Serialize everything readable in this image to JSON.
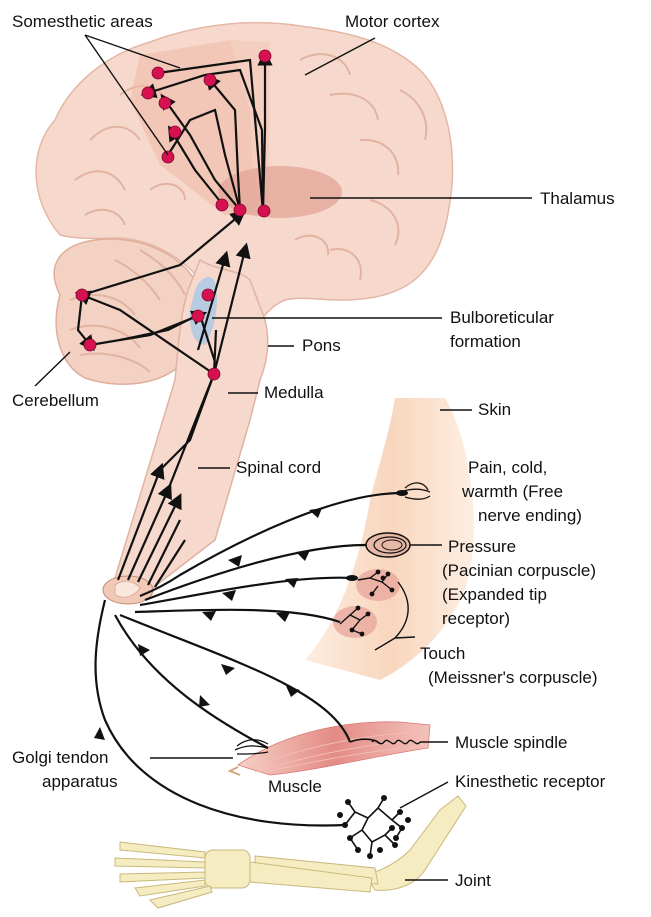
{
  "labels": {
    "somesthetic_areas": "Somesthetic areas",
    "motor_cortex": "Motor cortex",
    "thalamus": "Thalamus",
    "bulboreticular_1": "Bulboreticular",
    "bulboreticular_2": "formation",
    "pons": "Pons",
    "cerebellum": "Cerebellum",
    "medulla": "Medulla",
    "skin": "Skin",
    "spinal_cord": "Spinal cord",
    "pain_1": "Pain, cold,",
    "pain_2": "warmth (Free",
    "pain_3": "nerve ending)",
    "pressure_1": "Pressure",
    "pressure_2": "(Pacinian corpuscle)",
    "pressure_3": "(Expanded tip",
    "pressure_4": "receptor)",
    "touch_1": "Touch",
    "touch_2": "(Meissner's corpuscle)",
    "muscle_spindle": "Muscle spindle",
    "golgi_1": "Golgi tendon",
    "golgi_2": "apparatus",
    "muscle": "Muscle",
    "kinesthetic": "Kinesthetic receptor",
    "joint": "Joint"
  },
  "colors": {
    "brain": "#f6d9cc",
    "nodes": "#d6114f",
    "thalamus": "#e3a79a",
    "bulboreticular": "#b9cbe0",
    "skin": "#f9dcc6",
    "muscle": "#e6938f",
    "bone": "#f6ecc2"
  }
}
